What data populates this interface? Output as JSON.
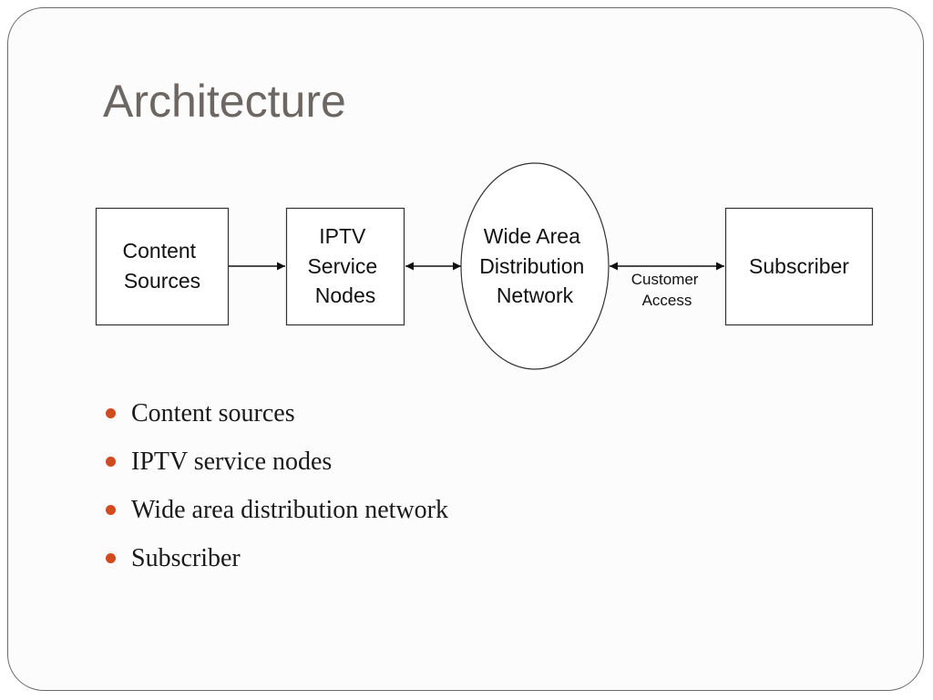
{
  "slide": {
    "title": "Architecture",
    "bullets": [
      "Content sources",
      "IPTV service nodes",
      "Wide area distribution network",
      "Subscriber"
    ],
    "colors": {
      "title": "#6d6763",
      "bullet_marker": "#d24b1e",
      "frame_border": "#6b6b6b"
    }
  },
  "diagram": {
    "nodes": [
      {
        "id": "content",
        "shape": "rectangle",
        "lines": [
          "Content",
          "Sources"
        ]
      },
      {
        "id": "iptv",
        "shape": "rectangle",
        "lines": [
          "IPTV",
          "Service",
          "Nodes"
        ]
      },
      {
        "id": "wan",
        "shape": "ellipse",
        "lines": [
          "Wide Area",
          "Distribution",
          "Network"
        ]
      },
      {
        "id": "subscriber",
        "shape": "rectangle",
        "lines": [
          "Subscriber"
        ]
      }
    ],
    "edges": [
      {
        "from": "content",
        "to": "iptv",
        "direction": "forward",
        "label_lines": []
      },
      {
        "from": "iptv",
        "to": "wan",
        "direction": "both",
        "label_lines": []
      },
      {
        "from": "wan",
        "to": "subscriber",
        "direction": "both",
        "label_lines": [
          "Customer",
          "Access"
        ]
      }
    ]
  }
}
